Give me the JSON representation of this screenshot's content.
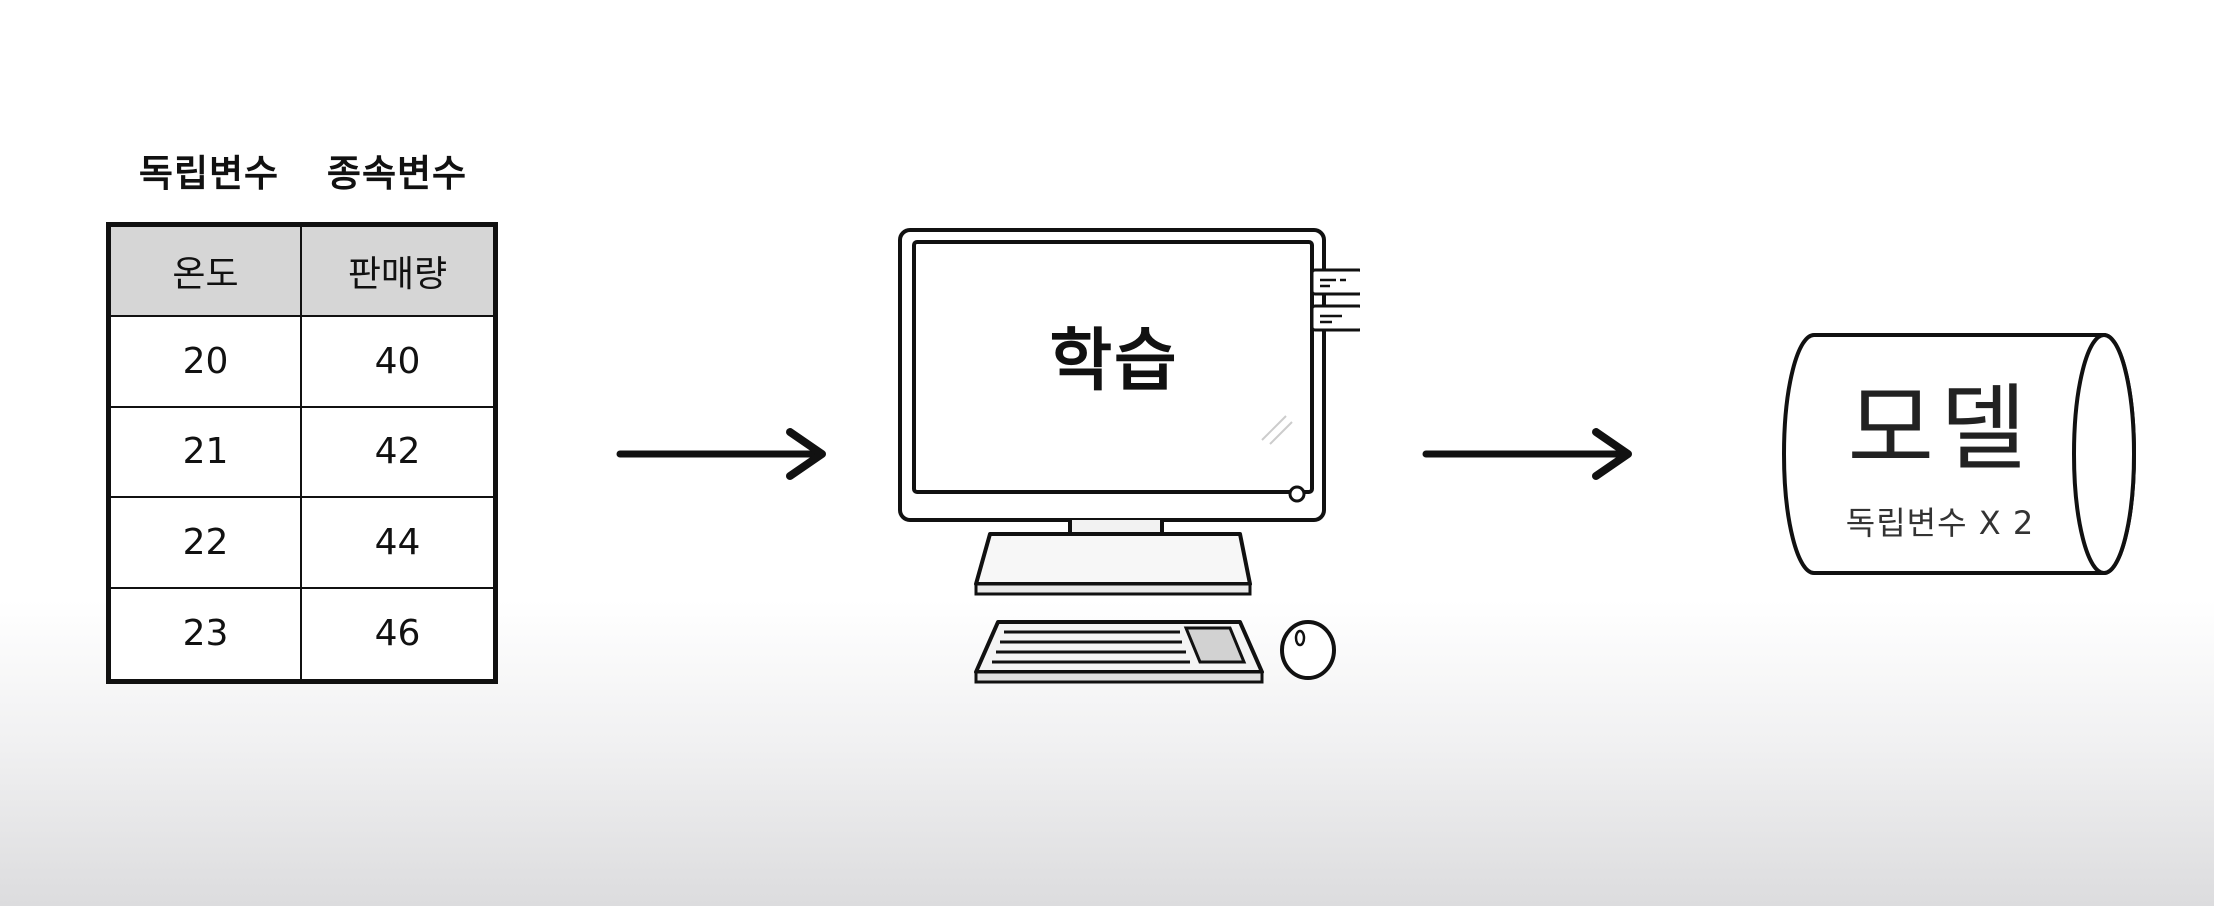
{
  "table": {
    "header_independent": "독립변수",
    "header_dependent": "종속변수",
    "col1_title": "온도",
    "col2_title": "판매량",
    "rows": [
      {
        "temperature": "20",
        "sales": "40"
      },
      {
        "temperature": "21",
        "sales": "42"
      },
      {
        "temperature": "22",
        "sales": "44"
      },
      {
        "temperature": "23",
        "sales": "46"
      }
    ]
  },
  "computer": {
    "screen_label": "학습"
  },
  "model": {
    "title": "모델",
    "formula": "독립변수 X 2"
  }
}
